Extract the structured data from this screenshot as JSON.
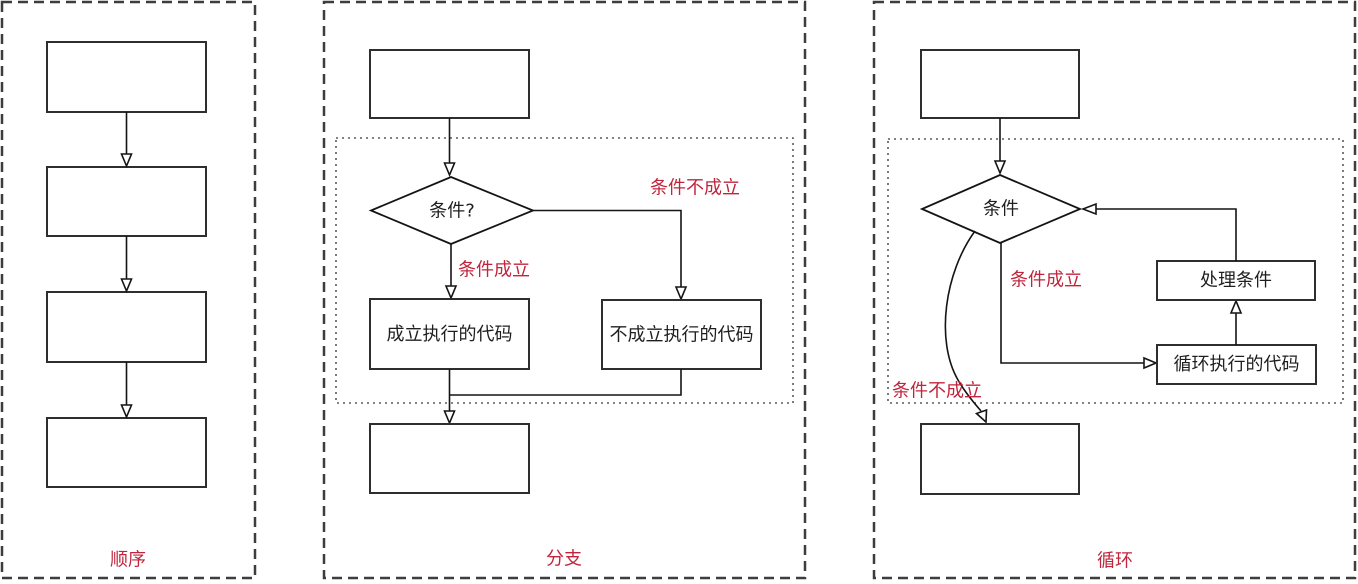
{
  "colors": {
    "label_red": "#c1253c",
    "line": "#141414",
    "box_border": "#2e2e2e",
    "panel_border": "#3d3d3d",
    "inner_border": "#5a5a5a",
    "background": "#ffffff"
  },
  "panels": {
    "sequence": {
      "label": "顺序"
    },
    "branch": {
      "label": "分支",
      "decision": "条件?",
      "true_label": "条件成立",
      "false_label": "条件不成立",
      "true_box": "成立执行的代码",
      "false_box": "不成立执行的代码"
    },
    "loop": {
      "label": "循环",
      "decision": "条件",
      "true_label": "条件成立",
      "false_label": "条件不成立",
      "process_box": "处理条件",
      "body_box": "循环执行的代码"
    }
  }
}
